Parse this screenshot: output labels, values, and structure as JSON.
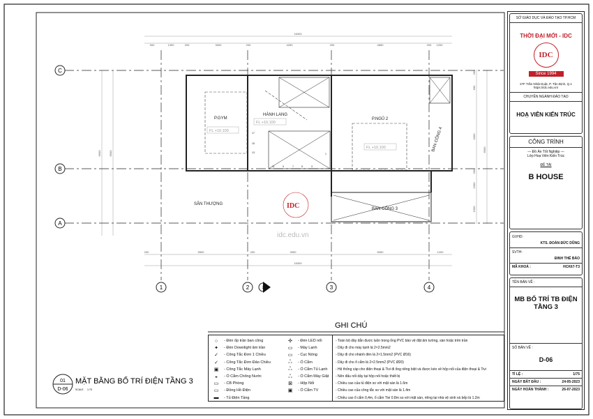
{
  "drawing": {
    "dims_top": {
      "total": "16300",
      "segments": [
        "900",
        "1300",
        "200",
        "3000",
        "200",
        "4250",
        "200",
        "4850",
        "200",
        "1200"
      ]
    },
    "dims_bottom": {
      "total": "16300",
      "segments": [
        "200",
        "5500",
        "200",
        "3950",
        "5050",
        "1200"
      ]
    },
    "dims_right": {
      "total": "6900",
      "segments": [
        "200",
        "600",
        "3400",
        "200",
        "1000",
        "1500"
      ]
    },
    "dims_left": [
      "6900",
      "6500"
    ],
    "grid_rows": [
      "C",
      "B",
      "A"
    ],
    "grid_cols": [
      "1",
      "2",
      "3",
      "4"
    ],
    "section_mark": "2",
    "rooms": {
      "gym": "P.GYM",
      "hall": "HÀNH LANG",
      "bed": "P.NGỦ 2",
      "balcony4": "BAN CÔNG 4",
      "terrace": "SÂN THƯỢNG",
      "balcony3": "BAN CÔNG 3"
    },
    "levels": [
      "FL +10.100",
      "FL +10.100",
      "FL +10.100"
    ],
    "stairs": [
      "17",
      "15",
      "13",
      "11",
      "9",
      "7",
      "5",
      "3",
      "1"
    ],
    "watermark": "idc.edu.vn",
    "logo_text": "IDC"
  },
  "title": {
    "number": "01",
    "sheet": "D-06",
    "name": "MẶT BẰNG BỐ TRÍ ĐIỆN TẦNG 3",
    "scale_label": "SCALE",
    "scale": "1:75"
  },
  "notes_heading": "GHI CHÚ",
  "legend_left": [
    {
      "icon": "ceiling-light-icon",
      "g": "○",
      "label": "- Đèn ốp trần ban công"
    },
    {
      "icon": "downlight-icon",
      "g": "✦",
      "label": "- Đèn Downlight âm trần"
    },
    {
      "icon": "switch-single-icon",
      "g": "✓",
      "label": "- Công Tắc Đơn 1 Chiều"
    },
    {
      "icon": "switch-two-way-icon",
      "g": "✓",
      "label": "- Công Tắc Đơn Đảo Chiều"
    },
    {
      "icon": "ac-switch-icon",
      "g": "▣",
      "label": "- Công Tắc Máy Lạnh"
    },
    {
      "icon": "waterproof-socket-icon",
      "g": "◒",
      "label": "- Ổ Cắm Chống Nước"
    },
    {
      "icon": "breaker-icon",
      "g": "▭",
      "label": "- CB Phòng"
    },
    {
      "icon": "meter-icon",
      "g": "▭",
      "label": "- Đồng Hồ Điện"
    },
    {
      "icon": "panel-icon",
      "g": "▬",
      "label": "- Tủ Điện Tầng"
    }
  ],
  "legend_mid": [
    {
      "icon": "led-light-icon",
      "g": "✣",
      "label": "- Đèn LED nổi"
    },
    {
      "icon": "air-conditioner-icon",
      "g": "▭",
      "label": "- Máy Lạnh"
    },
    {
      "icon": "heater-icon",
      "g": "▭",
      "label": "- Cục Nóng"
    },
    {
      "icon": "socket-icon",
      "g": "ஃ",
      "label": "- Ổ Cắm"
    },
    {
      "icon": "fridge-socket-icon",
      "g": "ஃ",
      "label": "- Ổ Cắm Tủ Lạnh"
    },
    {
      "icon": "washer-socket-icon",
      "g": "ஃ",
      "label": "- Ổ Cắm Máy Giặt"
    },
    {
      "icon": "junction-box-icon",
      "g": "⊠",
      "label": "- Hộp Nối"
    },
    {
      "icon": "tv-socket-icon",
      "g": "▣",
      "label": "- Ổ Cắm TV"
    }
  ],
  "notes": [
    "- Toàn bộ dây dẫn được luồn trong ống PVC bảo vệ đặt âm tường, sàn hoặc trên trần",
    "- Dây đi cho máy lạnh là 2×2.5mm2",
    "- Dây đi cho nhánh đèn là 2×1.5mm2 (PVC Ø16)",
    "- Dây đi cho ổ cắm là 2×2.5mm2 (PVC Ø20)",
    "- Hệ thống cáp cho điện thoại & Tivi đi ống riêng biệt và được kéo về hộp nối của điện thoại & Tivi",
    "- Nên đấu nối dây tại hộp nối hoặc thiết bị",
    "- Chiều cao của tủ điện so với mặt sàn là 1.6m",
    "- Chiều cao của công tắc so với mặt sàn là 1.4m",
    "- Chiều cao ổ cắm 0,4m, ổ cắm Tivi 0.8m so với mặt sàn, riêng tại nhà vệ sinh và bếp là 1.2m"
  ],
  "titleblock": {
    "dept": "SỞ GIÁO DỤC VÀ ĐÀO TẠO TP.HCM",
    "brand": "THỜI ĐẠI MỚI - IDC",
    "logo": "IDC",
    "since": "Since 1994",
    "address": "27F Trần Nhật Duật, P. Tân Định, Q.1",
    "url": "https://idc.edu.vn/",
    "program_label": "CHUYÊN NGÀNH ĐÀO TẠO",
    "program": "HOẠ VIÊN KIẾN TRÚC",
    "project_label": "CÔNG TRÌNH",
    "project_line1": "— Đồ Án Tốt Nghiệp —",
    "project_line2": "Lớp Hoạ Viên Kiến Trúc",
    "topic_label": "ĐỀ TÀI",
    "project": "B HOUSE",
    "gvhd_label": "GVHD:",
    "gvhd": "KTS. ĐOÀN ĐỨC DŨNG",
    "svth_label": "SVTH:",
    "svth": "ĐINH THẾ BẢO",
    "course_label": "MÃ KHOÁ :",
    "course": "HCK67-T3",
    "drawing_label": "TÊN BẢN VẼ :",
    "drawing_name": "MB BỐ TRÍ TB ĐIỆN TẦNG 3",
    "sheet_label": "SỐ BẢN VẼ :",
    "sheet": "D-06",
    "scale_label": "TỈ LỆ :",
    "scale": "1/75",
    "start_label": "NGÀY BẮT ĐẦU :",
    "start": "24-05-2023",
    "end_label": "NGÀY HOÀN THÀNH :",
    "end": "26-07-2023",
    "accent": "#c0202a"
  }
}
